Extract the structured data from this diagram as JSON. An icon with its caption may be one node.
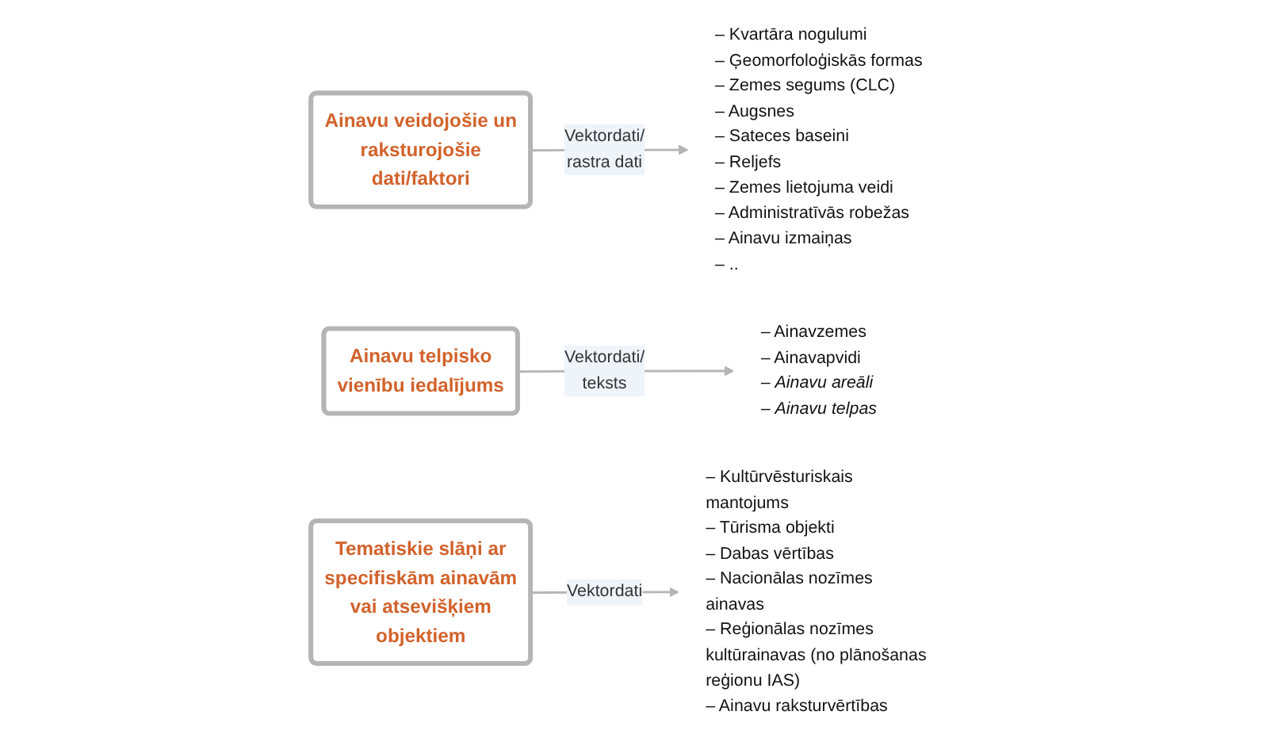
{
  "diagram": {
    "nodes": [
      {
        "text": [
          "Ainavu veidojošie un raksturojošie dati/faktori"
        ]
      },
      {
        "text": [
          "– Kvartāra nogulumi",
          "– Ģeomorfoloģiskās formas",
          "– Zemes segums (CLC)",
          "– Augsnes",
          "– Sateces baseini",
          "– Reljefs",
          "– Zemes lietojuma veidi",
          "– Administratīvās robežas",
          "– Ainavu izmaiņas",
          "– .."
        ]
      },
      {
        "text": [
          "Ainavu telpisko vienību iedalījums"
        ]
      },
      {
        "text": [
          "– Ainavzemes",
          "– Ainavapvidi",
          "– *Ainavu areāli*",
          "– *Ainavu telpas*"
        ]
      },
      {
        "text": [
          "Tematiskie slāņi ar specifiskām ainavām vai atsevišķiem objektiem"
        ]
      },
      {
        "text": [
          "– Kultūrvēsturiskais mantojums",
          "– Tūrisma objekti",
          "– Dabas vērtības",
          "– Nacionālas nozīmes ainavas",
          "– Reģionālas nozīmes kultūrainavas (no plānošanas reģionu IAS)",
          "– Ainavu raksturvērtības"
        ]
      }
    ],
    "edges": [
      {
        "from": 0,
        "to": 1,
        "arrow": "to",
        "label": "Vektordati/ rastra dati"
      },
      {
        "from": 2,
        "to": 3,
        "arrow": "to",
        "label": "Vektordati/ teksts"
      },
      {
        "from": 4,
        "to": 5,
        "arrow": "to",
        "label": "Vektordati"
      }
    ]
  }
}
